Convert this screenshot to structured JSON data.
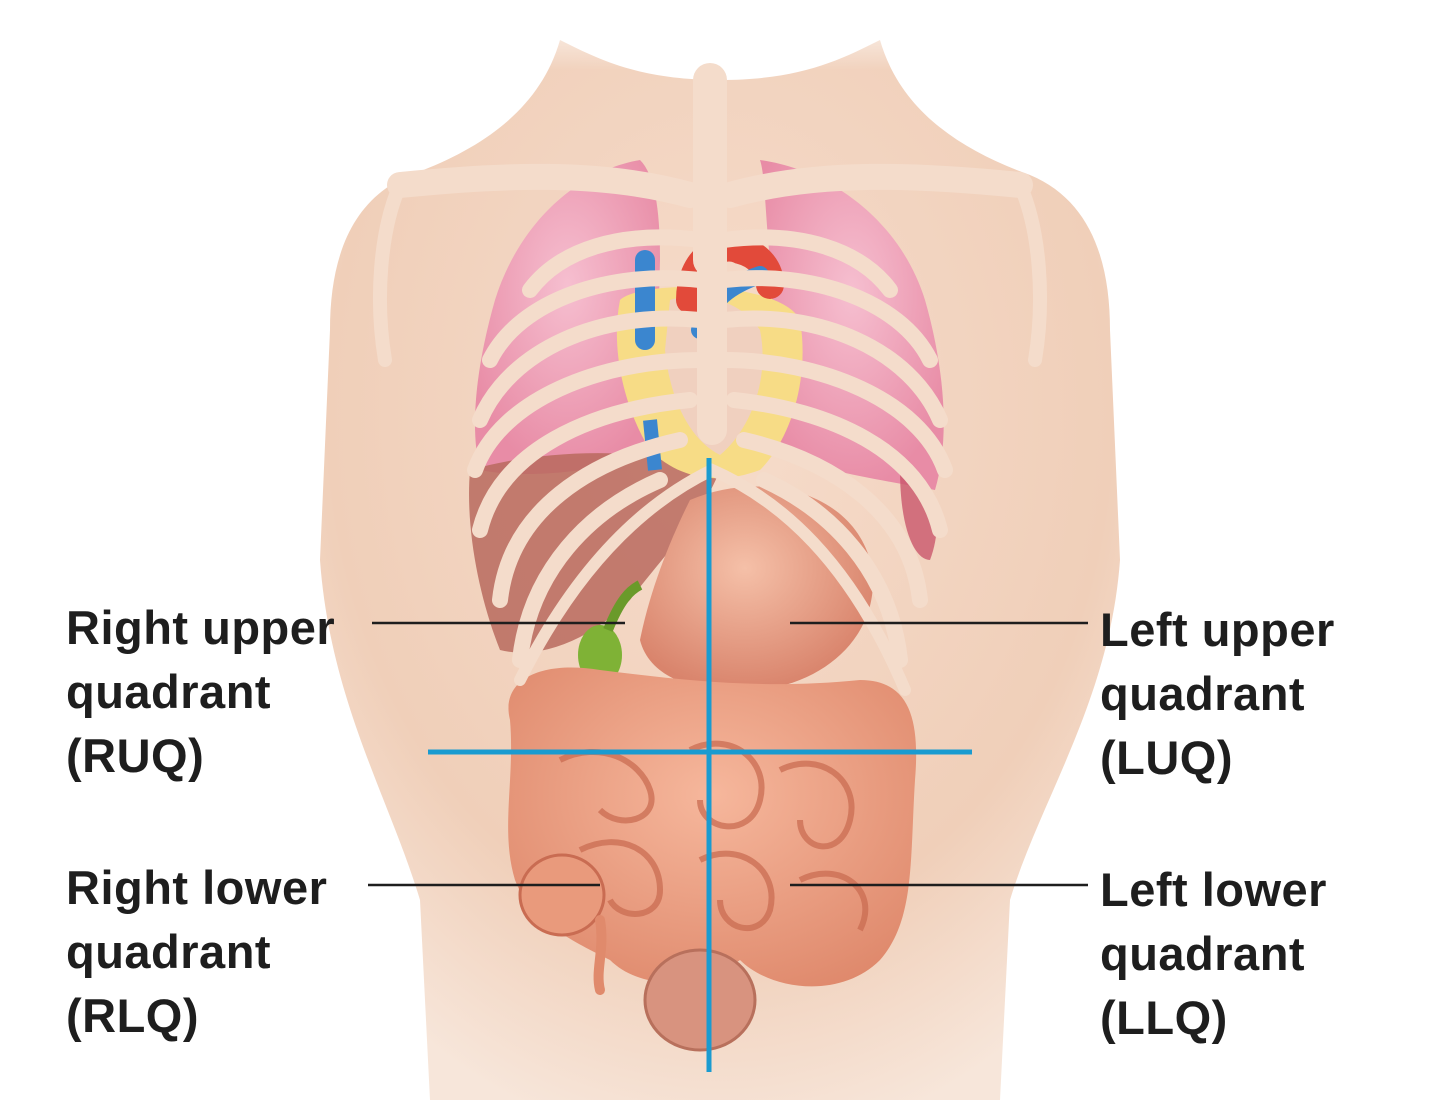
{
  "labels": {
    "ruq": "Right upper\nquadrant\n(RUQ)",
    "luq": "Left upper\nquadrant\n(LUQ)",
    "rlq": "Right lower\nquadrant\n(RLQ)",
    "llq": "Left lower\nquadrant\n(LLQ)"
  },
  "colors": {
    "skin": "#f3d2bd",
    "lung": "#f0a8bd",
    "rib": "#f4dccb",
    "intestine": "#f0a486",
    "stomach": "#e9a38b",
    "liver": "#b86a5e",
    "gallbladder": "#7fb236",
    "bladder": "#d8937f",
    "heart": "#e24a3a",
    "vein": "#3b86cf",
    "fat": "#f7dc86",
    "quadrant_lines": "#1a9bd0",
    "leader_lines": "#1e1e1e"
  }
}
